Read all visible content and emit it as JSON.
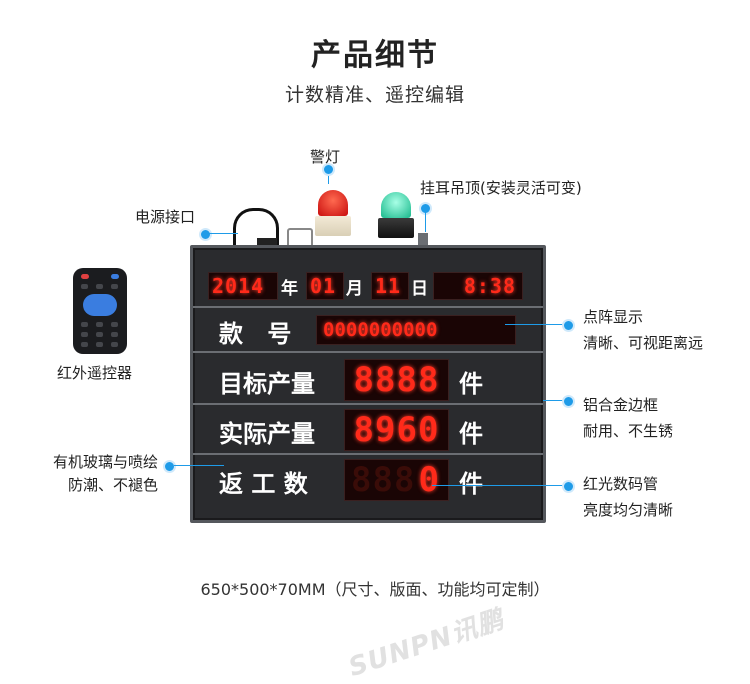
{
  "header": {
    "title": "产品细节",
    "subtitle": "计数精准、遥控编辑"
  },
  "callouts": {
    "warning_light": "警灯",
    "hanging": "挂耳吊顶(安装灵活可变)",
    "power": "电源接口",
    "remote": "红外遥控器",
    "dot_matrix_1": "点阵显示",
    "dot_matrix_2": "清晰、可视距离远",
    "frame_1": "铝合金边框",
    "frame_2": "耐用、不生锈",
    "glass_1": "有机玻璃与喷绘",
    "glass_2": "防潮、不褪色",
    "tube_1": "红光数码管",
    "tube_2": "亮度均匀清晰"
  },
  "board": {
    "year": "2014",
    "year_unit": "年",
    "month": "01",
    "month_unit": "月",
    "day": "11",
    "day_unit": "日",
    "time": "8:38",
    "row_model_label": "款 号",
    "row_model_value": "0000000000",
    "row_target_label": "目标产量",
    "row_target_value": "8888",
    "row_actual_label": "实际产量",
    "row_actual_value": "8960",
    "row_return_label": "返 工 数",
    "row_return_value": "0",
    "unit": "件"
  },
  "footer": "650*500*70MM（尺寸、版面、功能均可定制）",
  "watermark": "SUNPN讯鹏",
  "colors": {
    "accent": "#1e9be8",
    "led": "#ff2a1a",
    "panel": "#2a2b2e"
  }
}
